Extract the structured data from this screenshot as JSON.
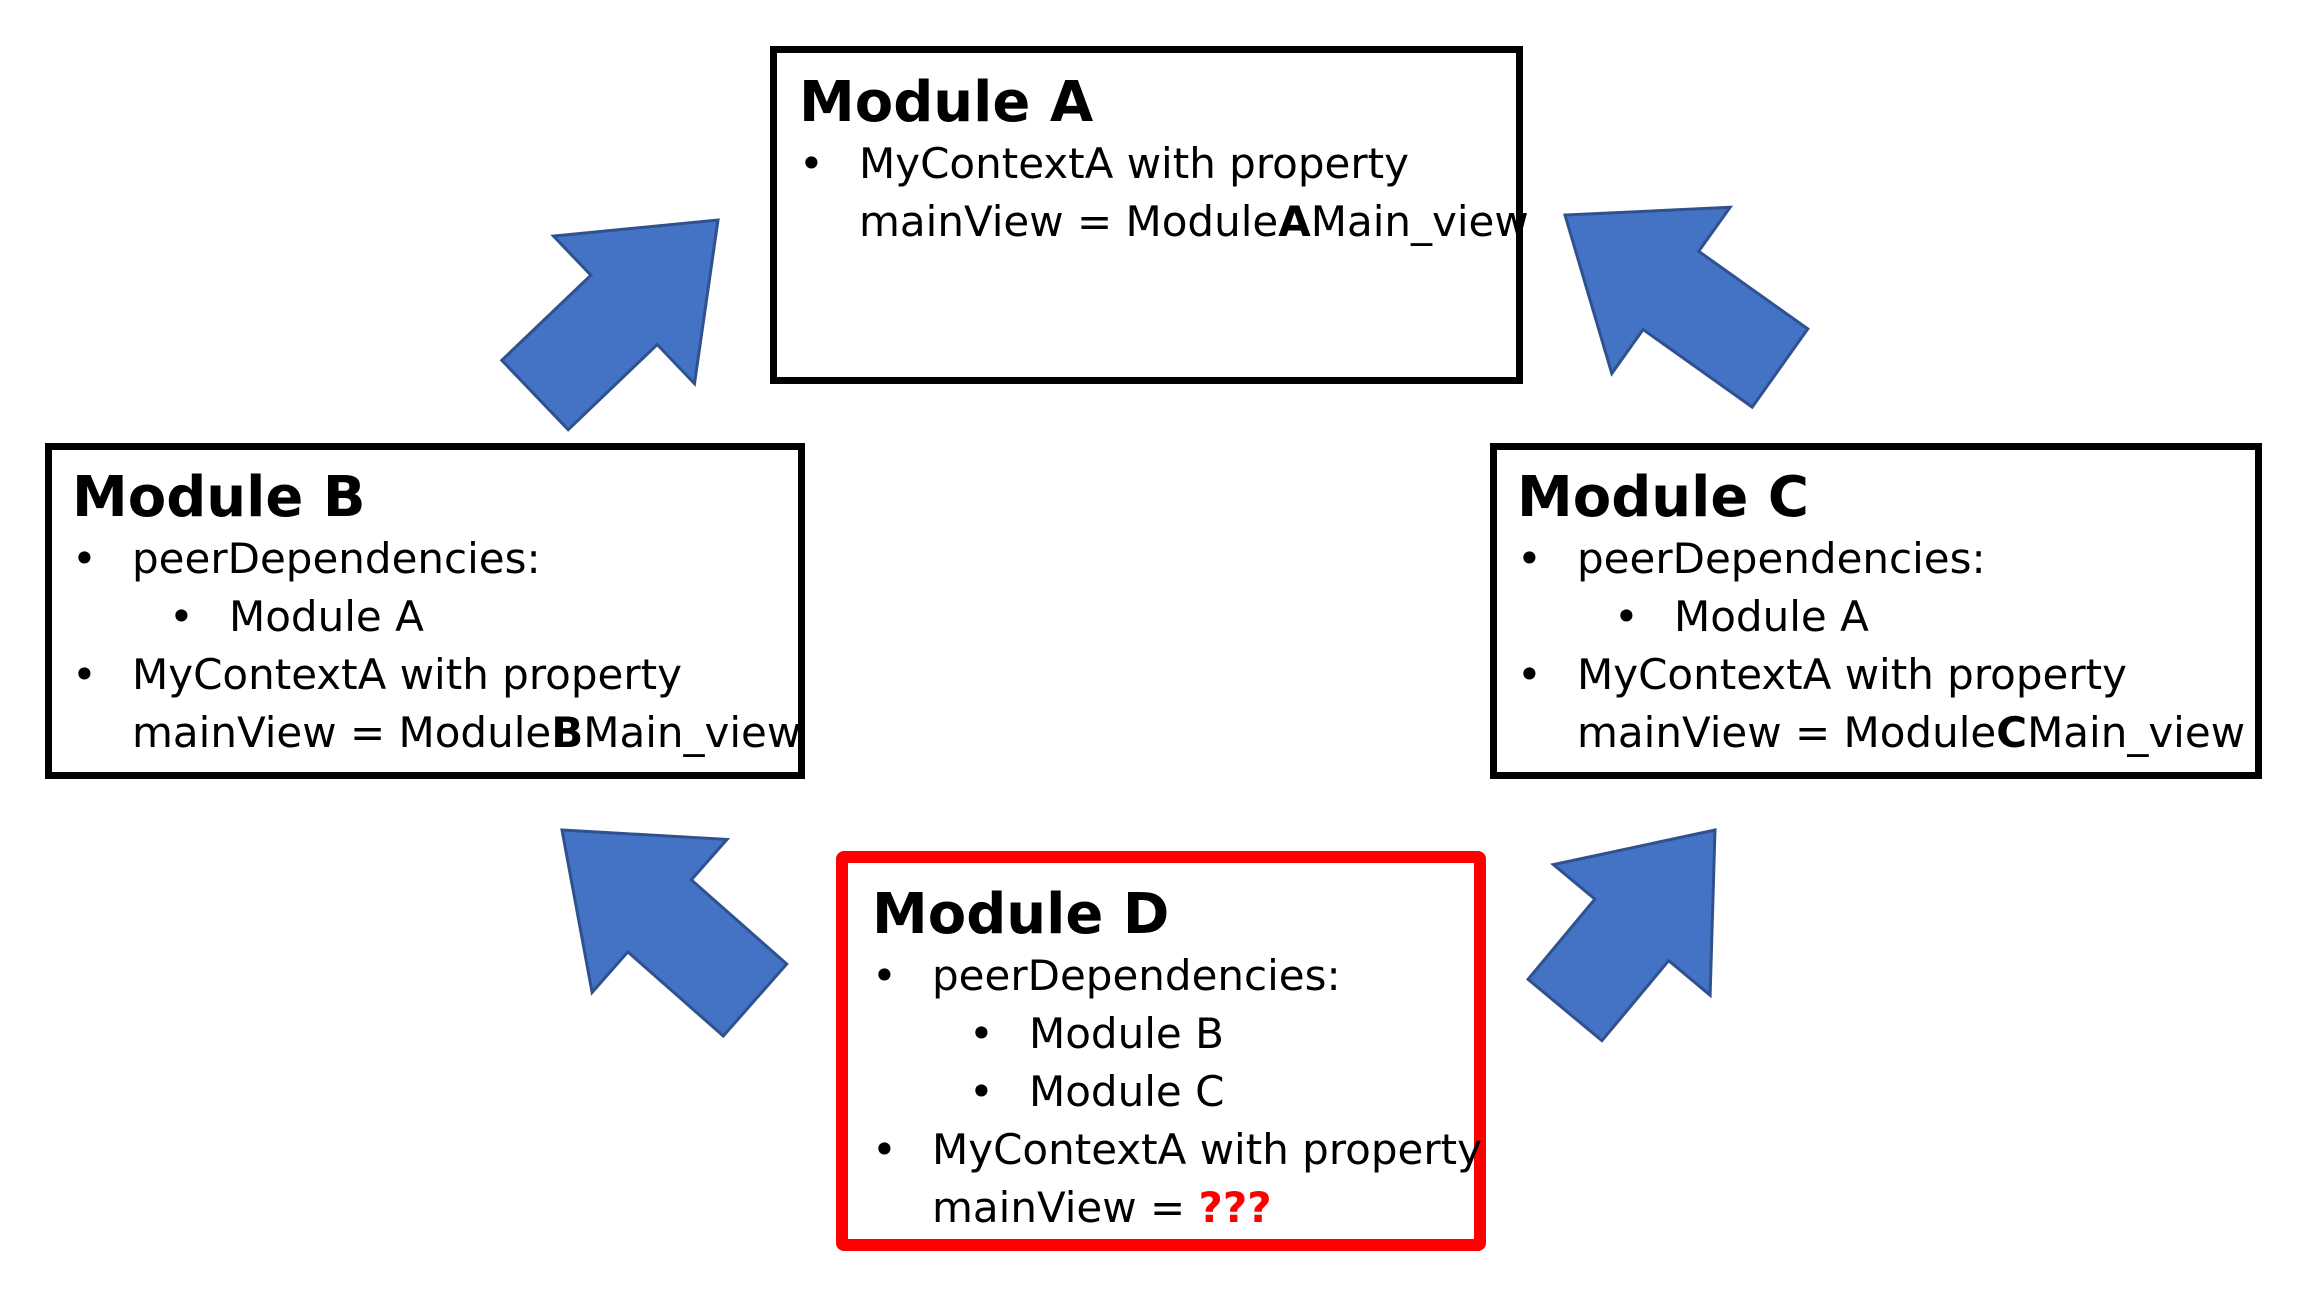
{
  "modules": {
    "a": {
      "title": "Module A",
      "line1": "MyContextA with property",
      "line2_prefix": "mainView = Module",
      "line2_bold": "A",
      "line2_suffix": "Main_view"
    },
    "b": {
      "title": "Module B",
      "peer_label": "peerDependencies:",
      "peer_items": [
        "Module A"
      ],
      "line1": "MyContextA with property",
      "line2_prefix": "mainView = Module",
      "line2_bold": "B",
      "line2_suffix": "Main_view"
    },
    "c": {
      "title": "Module C",
      "peer_label": "peerDependencies:",
      "peer_items": [
        "Module A"
      ],
      "line1": "MyContextA with property",
      "line2_prefix": "mainView = Module",
      "line2_bold": "C",
      "line2_suffix": "Main_view"
    },
    "d": {
      "title": "Module D",
      "peer_label": "peerDependencies:",
      "peer_items": [
        "Module B",
        "Module C"
      ],
      "line1": "MyContextA with property",
      "line2_prefix": "mainView = ",
      "line2_highlight": "???"
    }
  },
  "bullet_glyph": "•",
  "colors": {
    "arrow_fill": "#4472c4",
    "arrow_stroke": "#2f528f",
    "highlight_border": "#ff0000",
    "box_border": "#000000"
  }
}
